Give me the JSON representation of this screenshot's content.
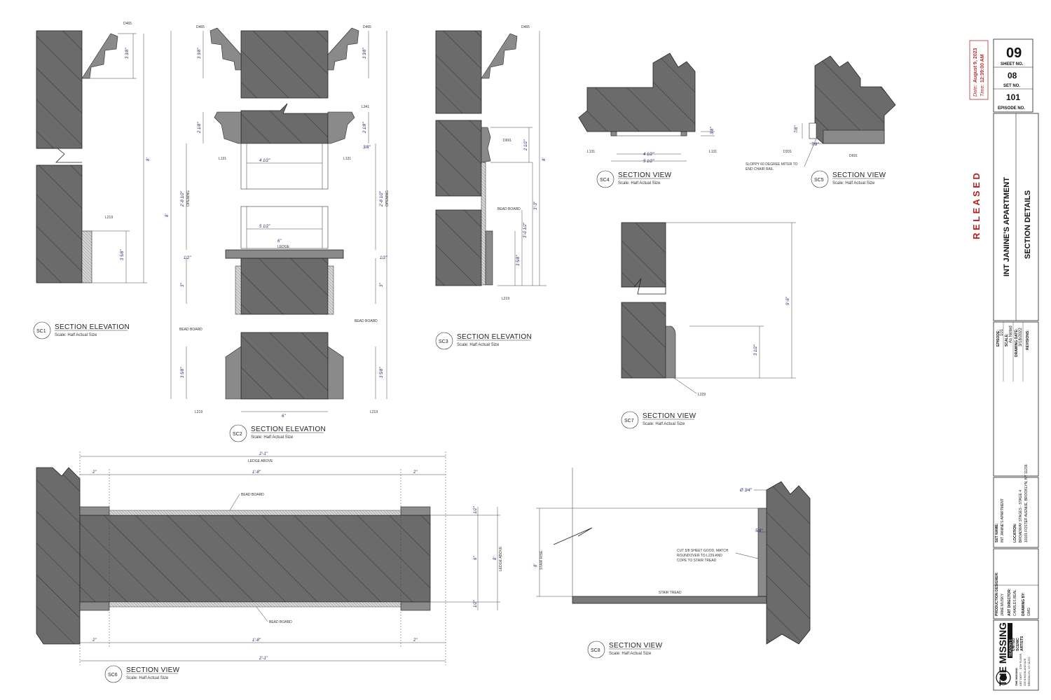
{
  "title_block": {
    "sheet_no": "09",
    "sheet_no_label": "SHEET NO.",
    "set_no": "08",
    "set_no_label": "SET NO.",
    "episode_no": "101",
    "episode_no_label": "EPISODE NO.",
    "date_label": "Date:",
    "date": "August 9, 2023",
    "time_label": "Time:",
    "time": "12:39:00 AM",
    "released": "R E L E A S E D",
    "set_title": "INT JANINE'S APARTMENT",
    "sheet_title": "SECTION DETAILS",
    "episode_label": "EPISODE:",
    "episode": "101",
    "scale_label": "SCALE:",
    "scale": "As Noted",
    "drawing_date_label": "DRAWING DATE:",
    "drawing_date": "3/18/2022",
    "revisions_label": "REVISIONS:",
    "set_name_label": "SET NAME:",
    "set_name": "INT JANINE'S APARTMENT",
    "location_label": "LOCATION:",
    "location_1": "BROADWAY STAGES - STAGE 4",
    "location_2": "10101 FOSTER AVENUE, BROOKLYN, NY 11236",
    "production_designer_label": "PRODUCTION DESIGNER:",
    "production_designer": "JANE MUSKY",
    "art_director_label": "ART DIRECTOR:",
    "art_director": "CHARLES BEAL",
    "drawing_by_label": "DRAWING BY:",
    "drawing_by": "GMG",
    "show_logo_1": "THE MISSING",
    "show_logo_2": "SEASON 1",
    "office_1": "THE MISSING",
    "office_2": "ART DEPT. - 5TH FLOOR",
    "office_3": "205 KINGSLAND AVE",
    "office_4": "BROOKLYN, NY 11222",
    "union_1": "UNITED",
    "union_2": "SCENIC",
    "union_3": "ARTISTS"
  },
  "details": {
    "sc1": {
      "badge": "SC1",
      "title": "SECTION ELEVATION",
      "scale": "Scale: Half Actual Size"
    },
    "sc2": {
      "badge": "SC2",
      "title": "SECTION ELEVATION",
      "scale": "Scale: Half Actual Size"
    },
    "sc3": {
      "badge": "SC3",
      "title": "SECTION ELEVATION",
      "scale": "Scale: Half Actual Size"
    },
    "sc4": {
      "badge": "SC4",
      "title": "SECTION VIEW",
      "scale": "Scale: Half Actual Size"
    },
    "sc5": {
      "badge": "SC5",
      "title": "SECTION VIEW",
      "scale": "Scale: Half Actual Size"
    },
    "sc6": {
      "badge": "SC6",
      "title": "SECTION VIEW",
      "scale": "Scale: Half Actual Size"
    },
    "sc7": {
      "badge": "SC7",
      "title": "SECTION VIEW",
      "scale": "Scale: Half Actual Size"
    },
    "sc8": {
      "badge": "SC8",
      "title": "SECTION VIEW",
      "scale": "Scale: Half Actual Size"
    }
  },
  "callouts": {
    "d465": "D465",
    "l341": "L341",
    "l131": "L131",
    "l219": "L219",
    "l229": "L229",
    "d331": "D331",
    "d691": "D691",
    "bead_board": "BEAD BOARD",
    "ledge": "LEDGE",
    "ledge_above": "LEDGE ABOVE",
    "opening": "OPENING",
    "stair_tread": "STAIR TREAD",
    "stair_rise": "STAIR RISE",
    "note_sc5_1": "SLOPPY 60 DEGREE MITER TO",
    "note_sc5_2": "END CHAIR RAIL",
    "note_sc8_1": "CUT 5/8 SHEET GOOD, MATCH",
    "note_sc8_2": "ROUNDOVER TO L229 AND",
    "note_sc8_3": "COPE TO STAIR TREAD"
  },
  "dims": {
    "d_3_38": "3 3/8\"",
    "d_2_18": "2 1/8\"",
    "d_8": "8'",
    "d_3_58": "3 5/8\"",
    "d_4_12": "4 1/2\"",
    "d_5_12": "5 1/2\"",
    "d_6": "6\"",
    "d_1_2": "1/2\"",
    "d_3": "3\"",
    "d_3_8": "3/8\"",
    "d_2_8_12": "2'-8 1/2\"",
    "d_2_12": "2 1/2\"",
    "d_3_3": "3'-3\"",
    "d_3_0_12": "3'-0 1/2\"",
    "d_7_8": "7/8\"",
    "d_9_6": "9'-6\"",
    "d_3_12": "3 1/2\"",
    "d_2_1": "2'-1\"",
    "d_1_8": "1'-8\"",
    "d_2": "2\"",
    "d_3_4": "Ø 3/4\"",
    "d_5_8": "5/8\""
  }
}
